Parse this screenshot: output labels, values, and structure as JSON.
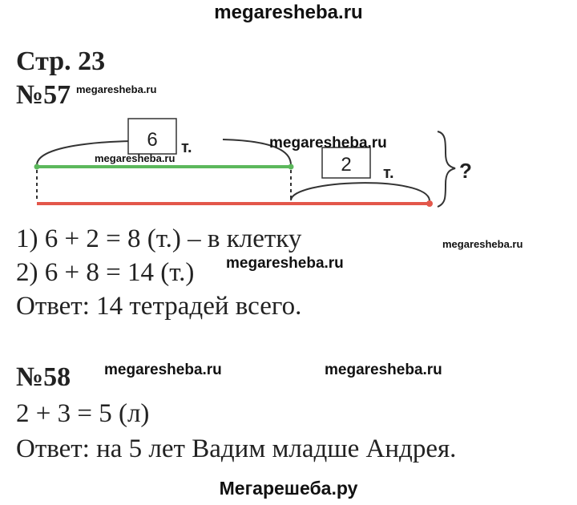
{
  "watermarks": {
    "top": "megaresheba.ru",
    "inline": "megaresheba.ru",
    "bottom": "Мегарешеба.ру"
  },
  "page_heading": "Стр. 23",
  "task57": {
    "number": "№57",
    "diagram": {
      "box_top": "6",
      "unit_top": "т.",
      "box_bottom": "2",
      "unit_bottom": "т.",
      "question": "?",
      "colors": {
        "top_segment": "#5cb85c",
        "bottom_segment": "#e3574b",
        "box": "#333333"
      }
    },
    "lines": [
      "1) 6 + 2 = 8 (т.) – в клетку",
      "2) 6 + 8 = 14 (т.)",
      "Ответ: 14 тетрадей всего."
    ]
  },
  "task58": {
    "number": "№58",
    "lines": [
      "2 + 3 = 5 (л)",
      "Ответ: на 5 лет Вадим младше Андрея."
    ]
  }
}
